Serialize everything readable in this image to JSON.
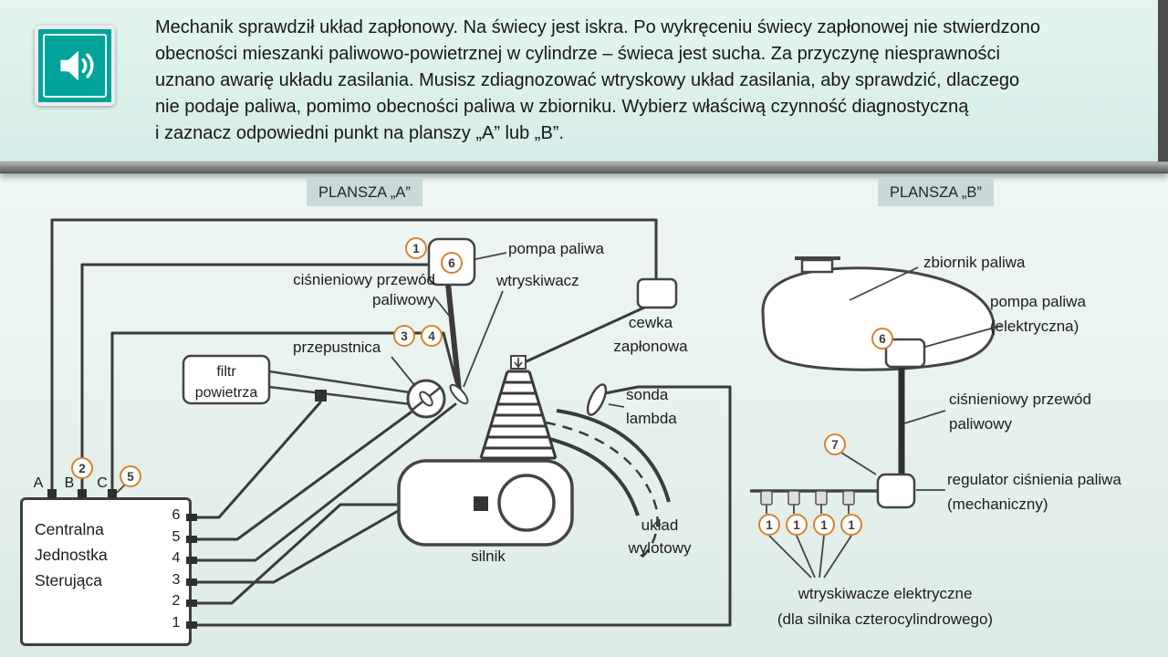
{
  "colors": {
    "accent_teal": "#00a39a",
    "point_orange": "#d9822b",
    "wire": "#3b3b3b"
  },
  "header": {
    "audio_icon": "speaker-icon",
    "instructions": [
      "Mechanik sprawdził układ zapłonowy. Na świecy jest iskra. Po wykręceniu świecy zapłonowej nie stwierdzono",
      "obecności mieszanki paliwowo-powietrznej w cylindrze – świeca jest sucha. Za przyczynę niesprawności",
      "uznano awarię układu zasilania. Musisz zdiagnozować wtryskowy układ zasilania, aby sprawdzić, dlaczego",
      "nie podaje paliwa, pomimo obecności paliwa w zbiorniku. Wybierz właściwą czynność diagnostyczną",
      "i zaznacz odpowiedni punkt na planszy „A” lub „B”."
    ]
  },
  "board_a": {
    "title": "PLANSZA „A”",
    "labels": {
      "pompa_paliwa": "pompa paliwa",
      "wtryskiwacz": "wtryskiwacz",
      "przewod_1": "ciśnieniowy przewód",
      "przewod_2": "paliwowy",
      "cewka_1": "cewka",
      "cewka_2": "zapłonowa",
      "filtr_1": "filtr",
      "filtr_2": "powietrza",
      "przepustnica": "przepustnica",
      "sonda_1": "sonda",
      "sonda_2": "lambda",
      "uklad_1": "układ",
      "uklad_2": "wylotowy",
      "silnik": "silnik"
    },
    "ecu": {
      "line1": "Centralna",
      "line2": "Jednostka",
      "line3": "Sterująca",
      "top_pins": [
        "A",
        "B",
        "C"
      ],
      "right_pins": [
        "6",
        "5",
        "4",
        "3",
        "2",
        "1"
      ]
    },
    "points": [
      {
        "label": "1"
      },
      {
        "label": "6"
      },
      {
        "label": "3"
      },
      {
        "label": "4"
      },
      {
        "label": "2"
      },
      {
        "label": "5"
      }
    ]
  },
  "board_b": {
    "title": "PLANSZA „B”",
    "labels": {
      "zbiornik": "zbiornik paliwa",
      "pompa_1": "pompa paliwa",
      "pompa_2": "(elektryczna)",
      "przewod_1": "ciśnieniowy przewód",
      "przewod_2": "paliwowy",
      "regulator_1": "regulator ciśnienia paliwa",
      "regulator_2": "(mechaniczny)",
      "wtryskiwacze_1": "wtryskiwacze elektryczne",
      "wtryskiwacze_2": "(dla silnika czterocylindrowego)"
    },
    "points": [
      {
        "label": "6"
      },
      {
        "label": "7"
      },
      {
        "label": "1"
      },
      {
        "label": "1"
      },
      {
        "label": "1"
      },
      {
        "label": "1"
      }
    ]
  }
}
